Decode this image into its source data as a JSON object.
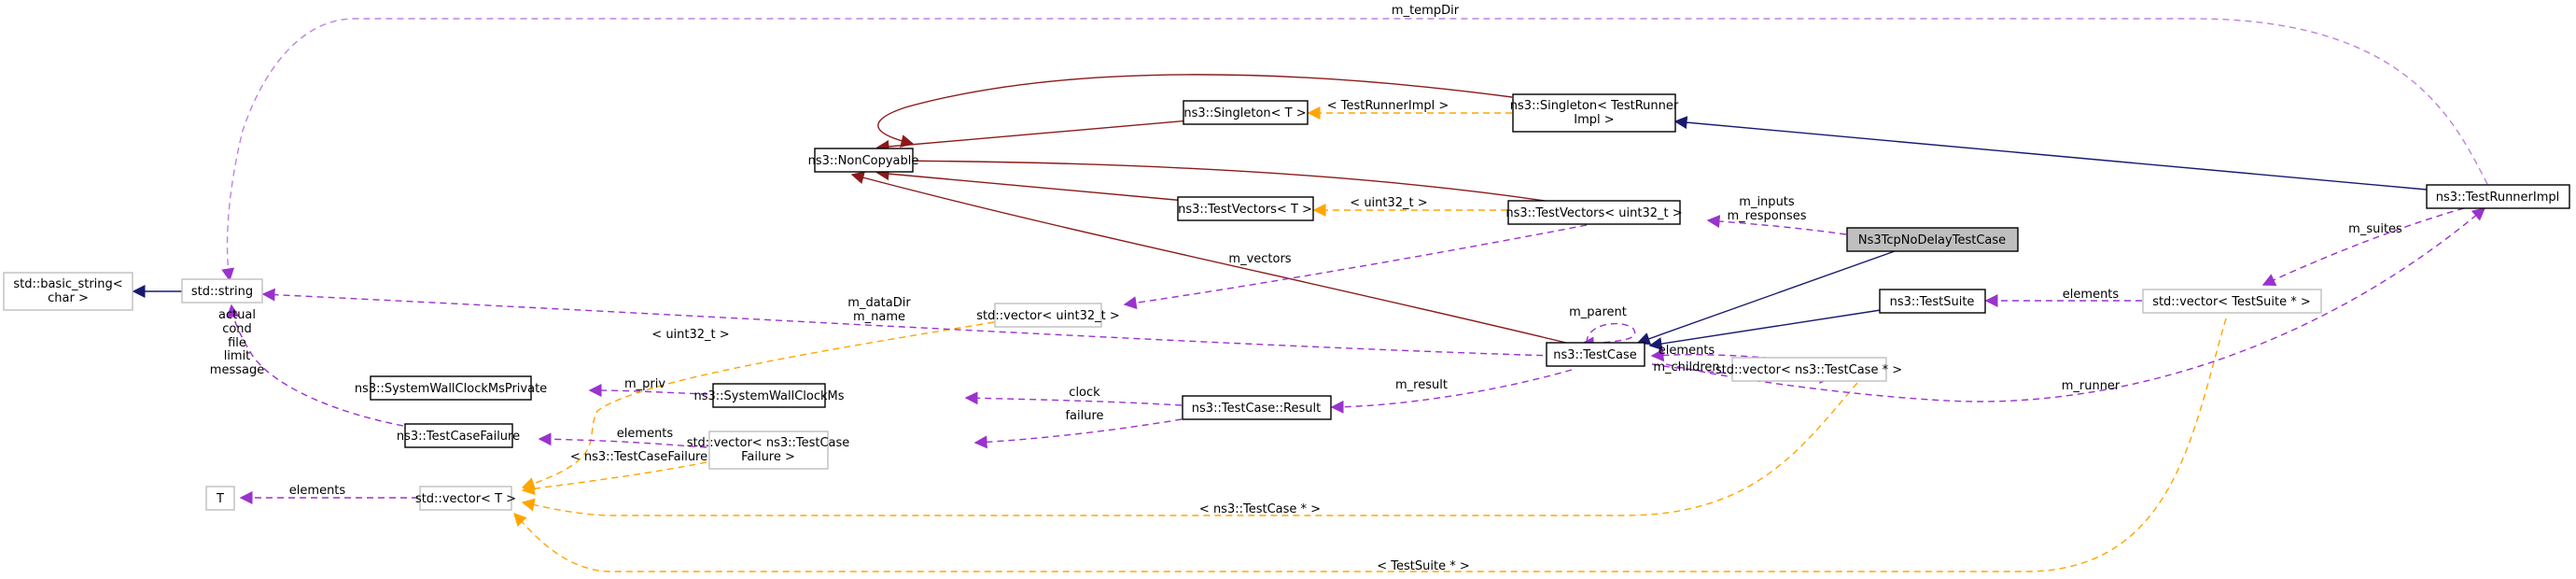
{
  "diagram": {
    "title": "Collaboration diagram for Ns3TcpNoDelayTestCase",
    "colors": {
      "focus_fill": "#bfbfbf",
      "inheritance_edge": "#191970",
      "private_inheritance_edge": "#8b1a1a",
      "usage_edge": "#9a32cd",
      "template_edge": "#ffa500",
      "external_node_border": "#bfbfbf"
    },
    "nodes": {
      "basic_string": [
        "std::basic_string<",
        "char >"
      ],
      "std_string": [
        "std::string"
      ],
      "noncopyable": [
        "ns3::NonCopyable"
      ],
      "singleton_t": [
        "ns3::Singleton< T >"
      ],
      "singleton_runner": [
        "ns3::Singleton< TestRunner",
        "Impl >"
      ],
      "testvectors_t": [
        "ns3::TestVectors< T >"
      ],
      "testvectors_u32": [
        "ns3::TestVectors< uint32_t >"
      ],
      "focus": [
        "Ns3TcpNoDelayTestCase"
      ],
      "testsuite": [
        "ns3::TestSuite"
      ],
      "testrunnerimpl": [
        "ns3::TestRunnerImpl"
      ],
      "vector_testsuite": [
        "std::vector< TestSuite * >"
      ],
      "vector_u32": [
        "std::vector< uint32_t >"
      ],
      "testcase": [
        "ns3::TestCase"
      ],
      "vector_testcase": [
        "std::vector< ns3::TestCase * >"
      ],
      "syswallpriv": [
        "ns3::SystemWallClockMsPrivate"
      ],
      "syswall": [
        "ns3::SystemWallClockMs"
      ],
      "result": [
        "ns3::TestCase::Result"
      ],
      "testcasefailure": [
        "ns3::TestCaseFailure"
      ],
      "vector_failure": [
        "std::vector< ns3::TestCase",
        "Failure >"
      ],
      "T": [
        "T"
      ],
      "vector_T": [
        "std::vector< T >"
      ]
    },
    "edge_labels": {
      "m_tempDir": "m_tempDir",
      "tmpl_testrunnerimpl": "< TestRunnerImpl >",
      "tmpl_uint32_a": "< uint32_t >",
      "m_inputs_responses": [
        "m_inputs",
        "m_responses"
      ],
      "m_vectors": "m_vectors",
      "m_dataDir_name": [
        "m_dataDir",
        "m_name"
      ],
      "tmpl_uint32_b": "< uint32_t >",
      "m_parent": "m_parent",
      "elements_suite": "elements",
      "m_suites": "m_suites",
      "string_members": [
        "actual",
        "cond",
        "file",
        "limit",
        "message"
      ],
      "m_priv": "m_priv",
      "clock": "clock",
      "failure": "failure",
      "m_result": "m_result",
      "elements_tc": "elements",
      "m_children": "m_children",
      "m_runner": "m_runner",
      "elements_failure": "elements",
      "tmpl_failure": "< ns3::TestCaseFailure >",
      "elements_T": "elements",
      "tmpl_testcase": "< ns3::TestCase * >",
      "tmpl_testsuite": "< TestSuite * >"
    }
  }
}
